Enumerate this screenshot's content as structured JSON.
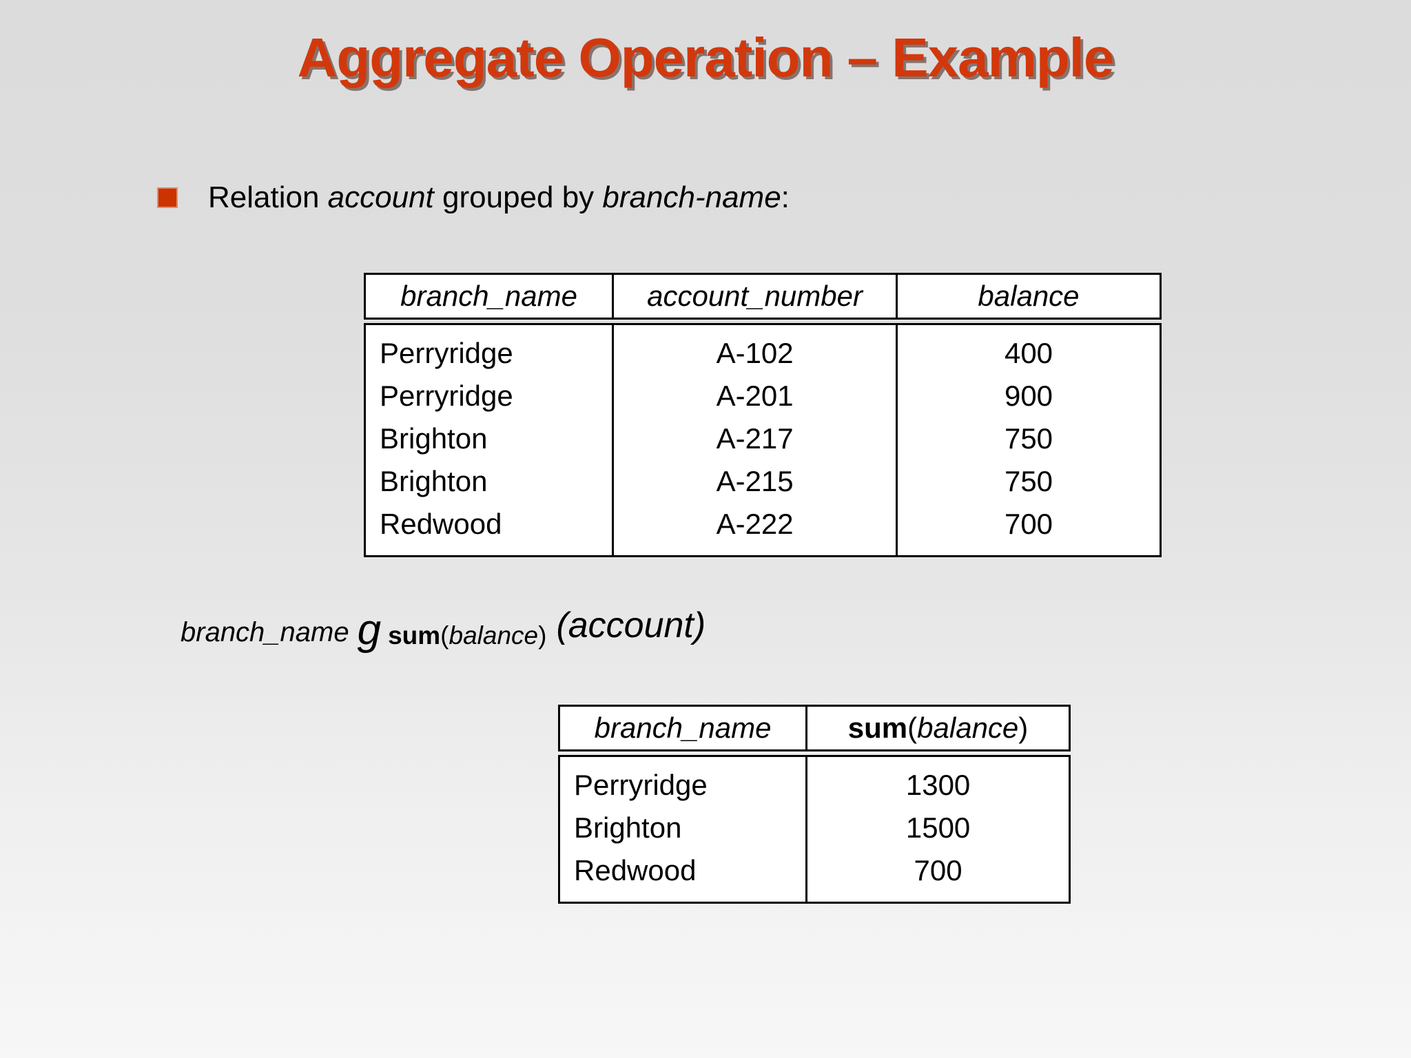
{
  "slide": {
    "title": "Aggregate Operation – Example",
    "title_color": "#d2380c",
    "bullet_marker_color": "#cc3300",
    "background_top": "#dcdcdc",
    "background_bottom": "#f7f7f7"
  },
  "bullet": {
    "icon": "square-bullet-icon",
    "text_before": "Relation ",
    "relation_name": "account",
    "text_middle": " grouped by ",
    "group_attribute": "branch-name",
    "text_after": ":"
  },
  "table_account": {
    "headers": [
      "branch_name",
      "account_number",
      "balance"
    ],
    "rows": [
      [
        "Perryridge",
        "A-102",
        "400"
      ],
      [
        "Perryridge",
        "A-201",
        "900"
      ],
      [
        "Brighton",
        "A-217",
        "750"
      ],
      [
        "Brighton",
        "A-215",
        "750"
      ],
      [
        "Redwood",
        "A-222",
        "700"
      ]
    ]
  },
  "expression": {
    "group_attribute": "branch_name",
    "operator": "g",
    "aggregate_function": "sum",
    "aggregate_open": "(",
    "aggregate_argument": "balance",
    "aggregate_close": ")",
    "operand": "(account)"
  },
  "table_result": {
    "headers_plain": [
      "branch_name",
      "sum(balance)"
    ],
    "header_attribute": "branch_name",
    "header_function": "sum",
    "header_open": "(",
    "header_argument": "balance",
    "header_close": ")",
    "rows": [
      [
        "Perryridge",
        "1300"
      ],
      [
        "Brighton",
        "1500"
      ],
      [
        "Redwood",
        "700"
      ]
    ]
  }
}
